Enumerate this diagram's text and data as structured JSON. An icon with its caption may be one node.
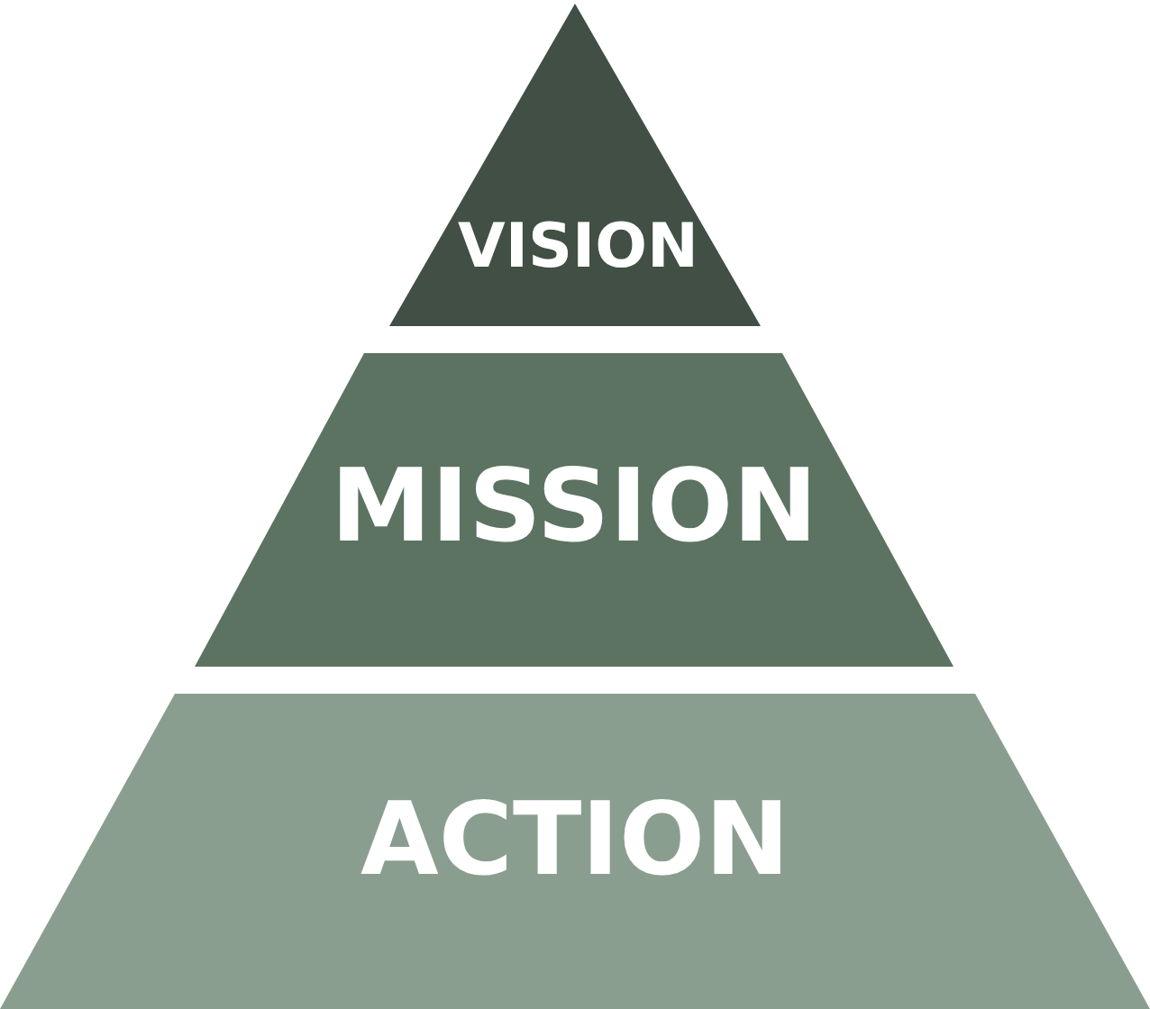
{
  "diagram": {
    "nodes": [
      {
        "text": [
          "VISION"
        ]
      },
      {
        "text": [
          "MISSION"
        ]
      },
      {
        "text": [
          "ACTION"
        ]
      }
    ]
  }
}
